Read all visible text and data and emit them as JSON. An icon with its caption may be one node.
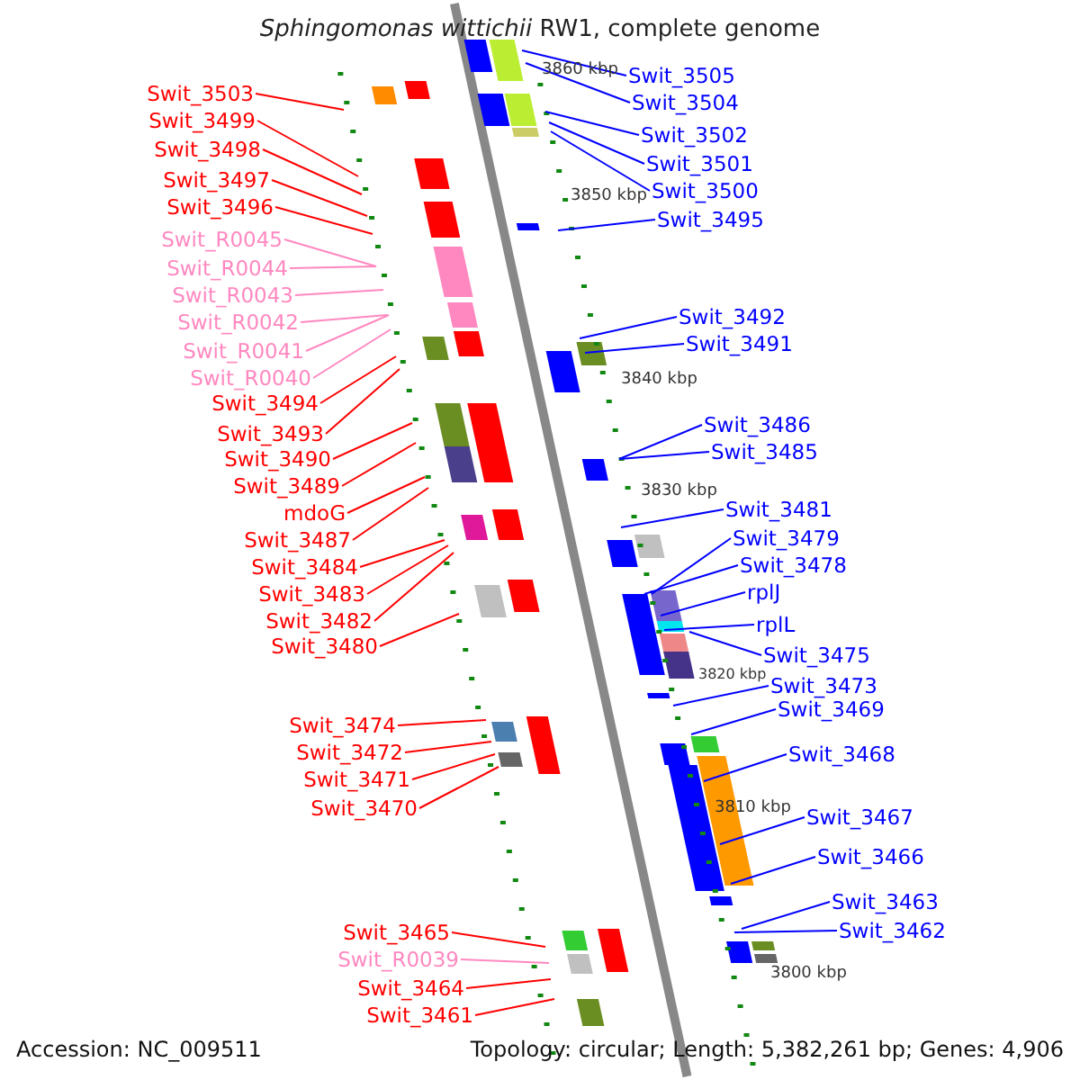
{
  "diagram": {
    "title": "*Sphingomonas wittichii* RW1, complete genome",
    "nodes": [
      {
        "text": [
          "Swit_3503"
        ]
      },
      {
        "text": [
          "Swit_3499"
        ]
      },
      {
        "text": [
          "Swit_3498"
        ]
      },
      {
        "text": [
          "Swit_3497"
        ]
      },
      {
        "text": [
          "Swit_3496"
        ]
      },
      {
        "text": [
          "Swit_R0045"
        ]
      },
      {
        "text": [
          "Swit_R0044"
        ]
      },
      {
        "text": [
          "Swit_R0043"
        ]
      },
      {
        "text": [
          "Swit_R0042"
        ]
      },
      {
        "text": [
          "Swit_R0041"
        ]
      },
      {
        "text": [
          "Swit_R0040"
        ]
      },
      {
        "text": [
          "Swit_3494"
        ]
      },
      {
        "text": [
          "Swit_3493"
        ]
      },
      {
        "text": [
          "Swit_3490"
        ]
      },
      {
        "text": [
          "Swit_3489"
        ]
      },
      {
        "text": [
          "mdoG"
        ]
      },
      {
        "text": [
          "Swit_3487"
        ]
      },
      {
        "text": [
          "Swit_3484"
        ]
      },
      {
        "text": [
          "Swit_3483"
        ]
      },
      {
        "text": [
          "Swit_3482"
        ]
      },
      {
        "text": [
          "Swit_3480"
        ]
      },
      {
        "text": [
          "Swit_3474"
        ]
      },
      {
        "text": [
          "Swit_3472"
        ]
      },
      {
        "text": [
          "Swit_3471"
        ]
      },
      {
        "text": [
          "Swit_3470"
        ]
      },
      {
        "text": [
          "Swit_3465"
        ]
      },
      {
        "text": [
          "Swit_R0039"
        ]
      },
      {
        "text": [
          "Swit_3464"
        ]
      },
      {
        "text": [
          "Swit_3461"
        ]
      },
      {
        "text": [
          "Swit_3505"
        ]
      },
      {
        "text": [
          "Swit_3504"
        ]
      },
      {
        "text": [
          "Swit_3502"
        ]
      },
      {
        "text": [
          "Swit_3501"
        ]
      },
      {
        "text": [
          "Swit_3500"
        ]
      },
      {
        "text": [
          "Swit_3495"
        ]
      },
      {
        "text": [
          "Swit_3492"
        ]
      },
      {
        "text": [
          "Swit_3491"
        ]
      },
      {
        "text": [
          "Swit_3486"
        ]
      },
      {
        "text": [
          "Swit_3485"
        ]
      },
      {
        "text": [
          "Swit_3481"
        ]
      },
      {
        "text": [
          "Swit_3479"
        ]
      },
      {
        "text": [
          "Swit_3478"
        ]
      },
      {
        "text": [
          "rplJ"
        ]
      },
      {
        "text": [
          "rplL"
        ]
      },
      {
        "text": [
          "Swit_3475"
        ]
      },
      {
        "text": [
          "Swit_3473"
        ]
      },
      {
        "text": [
          "Swit_3469"
        ]
      },
      {
        "text": [
          "Swit_3468"
        ]
      },
      {
        "text": [
          "Swit_3467"
        ]
      },
      {
        "text": [
          "Swit_3466"
        ]
      },
      {
        "text": [
          "Swit_3463"
        ]
      },
      {
        "text": [
          "Swit_3462"
        ]
      }
    ],
    "edges": [
      {
        "from": 0,
        "to": null,
        "arrow": "none",
        "color": "#ff0000"
      },
      {
        "from": 1,
        "to": null,
        "arrow": "none",
        "color": "#ff0000"
      },
      {
        "from": 2,
        "to": null,
        "arrow": "none",
        "color": "#ff0000"
      },
      {
        "from": 3,
        "to": null,
        "arrow": "none",
        "color": "#ff0000"
      },
      {
        "from": 4,
        "to": null,
        "arrow": "none",
        "color": "#ff0000"
      },
      {
        "from": 5,
        "to": null,
        "arrow": "none",
        "color": "#ff88c0"
      },
      {
        "from": 6,
        "to": null,
        "arrow": "none",
        "color": "#ff88c0"
      },
      {
        "from": 7,
        "to": null,
        "arrow": "none",
        "color": "#ff88c0"
      },
      {
        "from": 8,
        "to": null,
        "arrow": "none",
        "color": "#ff88c0"
      },
      {
        "from": 9,
        "to": null,
        "arrow": "none",
        "color": "#ff88c0"
      },
      {
        "from": 10,
        "to": null,
        "arrow": "none",
        "color": "#ff88c0"
      },
      {
        "from": 11,
        "to": null,
        "arrow": "none",
        "color": "#ff0000"
      },
      {
        "from": 12,
        "to": null,
        "arrow": "none",
        "color": "#ff0000"
      },
      {
        "from": 13,
        "to": null,
        "arrow": "none",
        "color": "#ff0000"
      },
      {
        "from": 14,
        "to": null,
        "arrow": "none",
        "color": "#ff0000"
      },
      {
        "from": 15,
        "to": null,
        "arrow": "none",
        "color": "#ff0000"
      },
      {
        "from": 16,
        "to": null,
        "arrow": "none",
        "color": "#ff0000"
      },
      {
        "from": 17,
        "to": null,
        "arrow": "none",
        "color": "#ff0000"
      },
      {
        "from": 18,
        "to": null,
        "arrow": "none",
        "color": "#ff0000"
      },
      {
        "from": 19,
        "to": null,
        "arrow": "none",
        "color": "#ff0000"
      },
      {
        "from": 20,
        "to": null,
        "arrow": "none",
        "color": "#ff0000"
      },
      {
        "from": 21,
        "to": null,
        "arrow": "none",
        "color": "#ff0000"
      },
      {
        "from": 22,
        "to": null,
        "arrow": "none",
        "color": "#ff0000"
      },
      {
        "from": 23,
        "to": null,
        "arrow": "none",
        "color": "#ff0000"
      },
      {
        "from": 24,
        "to": null,
        "arrow": "none",
        "color": "#ff0000"
      },
      {
        "from": 25,
        "to": null,
        "arrow": "none",
        "color": "#ff0000"
      },
      {
        "from": 26,
        "to": null,
        "arrow": "none",
        "color": "#ff88c0"
      },
      {
        "from": 27,
        "to": null,
        "arrow": "none",
        "color": "#ff0000"
      },
      {
        "from": 28,
        "to": null,
        "arrow": "none",
        "color": "#ff0000"
      },
      {
        "from": 29,
        "to": null,
        "arrow": "none",
        "color": "#0000ff"
      },
      {
        "from": 30,
        "to": null,
        "arrow": "none",
        "color": "#0000ff"
      },
      {
        "from": 31,
        "to": null,
        "arrow": "none",
        "color": "#0000ff"
      },
      {
        "from": 32,
        "to": null,
        "arrow": "none",
        "color": "#0000ff"
      },
      {
        "from": 33,
        "to": null,
        "arrow": "none",
        "color": "#0000ff"
      },
      {
        "from": 34,
        "to": null,
        "arrow": "none",
        "color": "#0000ff"
      },
      {
        "from": 35,
        "to": null,
        "arrow": "none",
        "color": "#0000ff"
      },
      {
        "from": 36,
        "to": null,
        "arrow": "none",
        "color": "#0000ff"
      },
      {
        "from": 37,
        "to": null,
        "arrow": "none",
        "color": "#0000ff"
      },
      {
        "from": 38,
        "to": null,
        "arrow": "none",
        "color": "#0000ff"
      },
      {
        "from": 39,
        "to": null,
        "arrow": "none",
        "color": "#0000ff"
      },
      {
        "from": 40,
        "to": null,
        "arrow": "none",
        "color": "#0000ff"
      },
      {
        "from": 41,
        "to": null,
        "arrow": "none",
        "color": "#0000ff"
      },
      {
        "from": 42,
        "to": null,
        "arrow": "none",
        "color": "#0000ff"
      },
      {
        "from": 43,
        "to": null,
        "arrow": "none",
        "color": "#0000ff"
      },
      {
        "from": 44,
        "to": null,
        "arrow": "none",
        "color": "#0000ff"
      },
      {
        "from": 45,
        "to": null,
        "arrow": "none",
        "color": "#0000ff"
      },
      {
        "from": 46,
        "to": null,
        "arrow": "none",
        "color": "#0000ff"
      },
      {
        "from": 47,
        "to": null,
        "arrow": "none",
        "color": "#0000ff"
      },
      {
        "from": 48,
        "to": null,
        "arrow": "none",
        "color": "#0000ff"
      },
      {
        "from": 49,
        "to": null,
        "arrow": "none",
        "color": "#0000ff"
      },
      {
        "from": 50,
        "to": null,
        "arrow": "none",
        "color": "#0000ff"
      },
      {
        "from": 51,
        "to": null,
        "arrow": "none",
        "color": "#0000ff"
      }
    ],
    "labels": [
      "3860 kbp",
      "3850 kbp",
      "3840 kbp",
      "3830 kbp",
      "3820 kbp",
      "3810 kbp",
      "3800 kbp",
      "Accession: NC_009511",
      "Topology: circular; Length: 5,382,261 bp; Genes: 4,906"
    ]
  }
}
